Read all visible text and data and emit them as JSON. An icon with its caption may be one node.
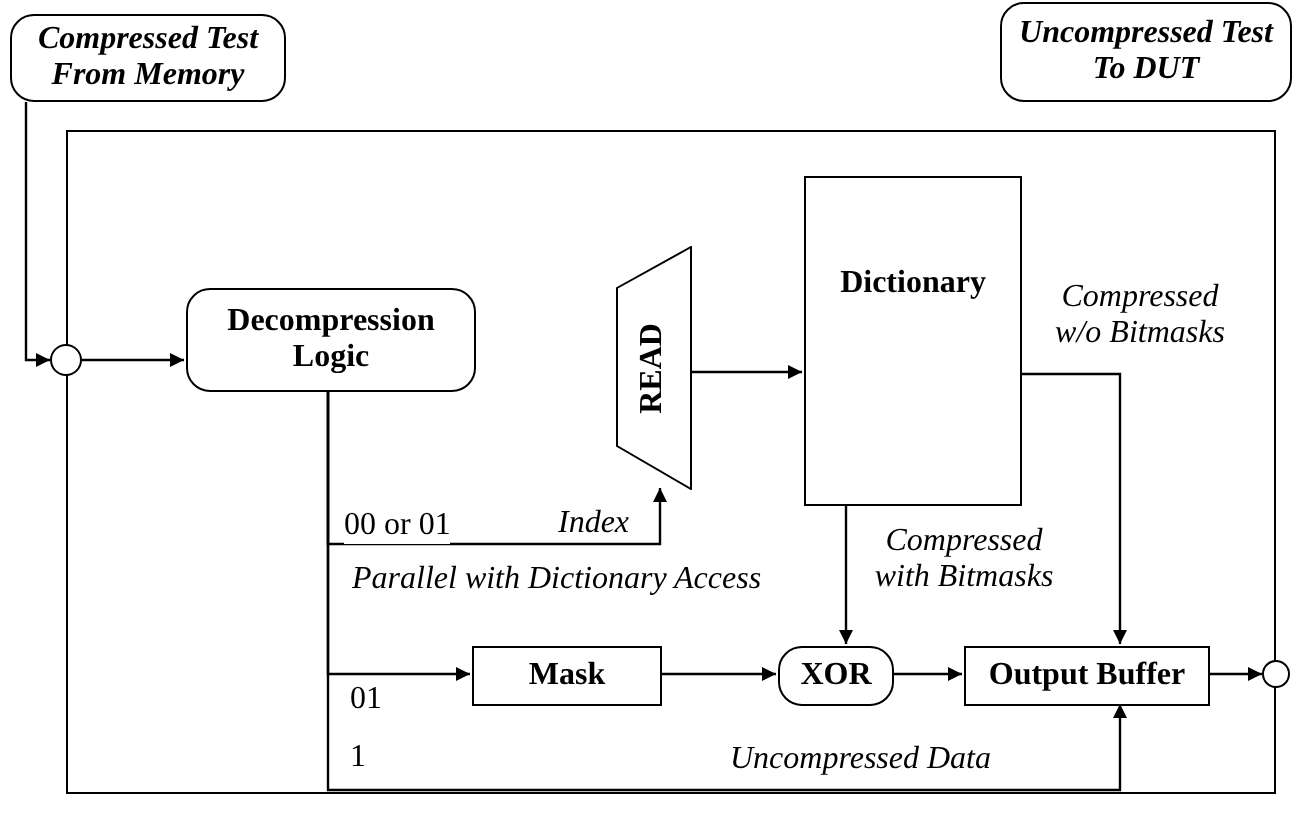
{
  "diagram": {
    "nodes": [
      {
        "text": [],
        "shape": "box"
      },
      {
        "text": [
          "Compressed Test From Memory"
        ]
      },
      {
        "text": [
          "Uncompressed Test To DUT"
        ]
      },
      {
        "text": [],
        "shape": "circle"
      },
      {
        "text": [
          "Decompression Logic"
        ],
        "in": 0
      },
      {
        "text": [
          "READ"
        ],
        "in": 0
      },
      {
        "text": [
          "Dictionary"
        ],
        "in": 0
      },
      {
        "text": [
          "Mask"
        ],
        "in": 0
      },
      {
        "text": [
          "XOR"
        ],
        "in": 0
      },
      {
        "text": [
          "Output Buffer"
        ],
        "in": 0
      },
      {
        "text": [],
        "shape": "circle"
      }
    ],
    "edges": [
      {
        "from": 1,
        "to": 3,
        "arrow": "to"
      },
      {
        "from": 3,
        "to": 4,
        "arrow": "to"
      },
      {
        "from": 5,
        "to": 6,
        "arrow": "to"
      },
      {
        "from": 4,
        "to": 5,
        "arrow": "to",
        "label": "00 or 01"
      },
      {
        "from": 4,
        "to": 7,
        "arrow": "to",
        "label": "01"
      },
      {
        "from": 4,
        "to": 9,
        "arrow": "to",
        "label": "1"
      },
      {
        "from": 6,
        "to": 8,
        "arrow": "to",
        "label": "Compressed with Bitmasks"
      },
      {
        "from": 6,
        "to": 9,
        "arrow": "to",
        "label": "Compressed w/o Bitmasks"
      },
      {
        "from": 7,
        "to": 8,
        "arrow": "to"
      },
      {
        "from": 8,
        "to": 9,
        "arrow": "to"
      },
      {
        "from": 9,
        "to": 10,
        "arrow": "to"
      }
    ],
    "labels": [
      "Index",
      "Parallel with Dictionary Access",
      "Uncompressed Data"
    ]
  }
}
